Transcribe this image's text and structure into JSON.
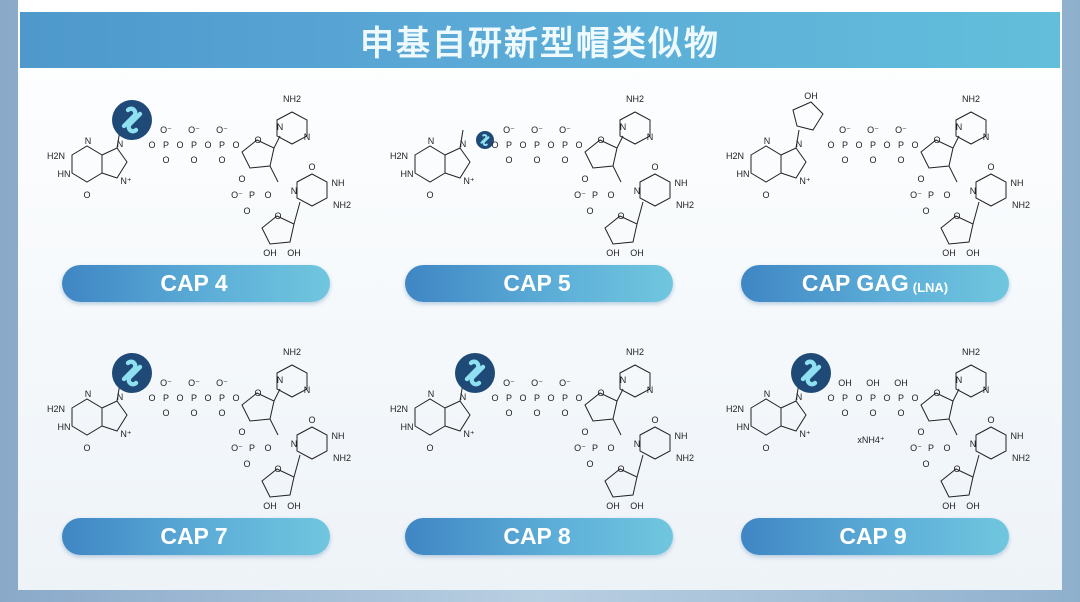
{
  "title": "申基自研新型帽类似物",
  "atoms": {
    "n": "N",
    "nh": "NH",
    "hn": "HN",
    "nh2": "NH2",
    "h2n": "H2N",
    "o": "O",
    "p": "P",
    "ominus": "O⁻",
    "oh": "OH",
    "nplus": "N⁺"
  },
  "caps": [
    {
      "label": "CAP 4",
      "suffix": "",
      "logo": "large",
      "phos_oh": false,
      "extra": ""
    },
    {
      "label": "CAP 5",
      "suffix": "",
      "logo": "small",
      "phos_oh": false,
      "extra": ""
    },
    {
      "label": "CAP GAG",
      "suffix": "(LNA)",
      "logo": "none",
      "phos_oh": false,
      "extra": ""
    },
    {
      "label": "CAP 7",
      "suffix": "",
      "logo": "large",
      "phos_oh": false,
      "extra": ""
    },
    {
      "label": "CAP 8",
      "suffix": "",
      "logo": "large",
      "phos_oh": false,
      "extra": ""
    },
    {
      "label": "CAP 9",
      "suffix": "",
      "logo": "large",
      "phos_oh": true,
      "extra": "xNH4⁺"
    }
  ],
  "colors": {
    "logo": "#1f4a78",
    "accent": "#4e98cc"
  }
}
